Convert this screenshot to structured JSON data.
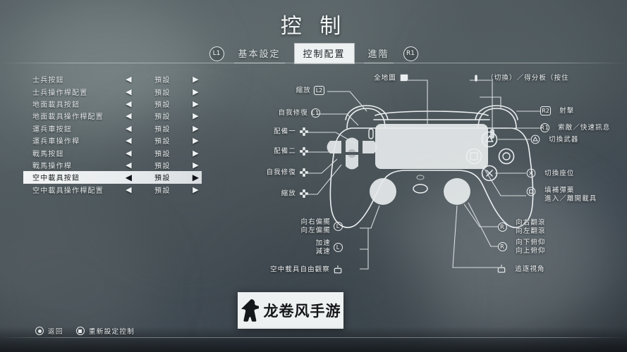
{
  "header": {
    "title": "控 制",
    "left_bumper": "L1",
    "right_bumper": "R1",
    "tabs": [
      {
        "label": "基本設定",
        "active": false
      },
      {
        "label": "控制配置",
        "active": true
      },
      {
        "label": "進階",
        "active": false
      }
    ]
  },
  "settings_list": {
    "arrow_left": "◀",
    "arrow_right": "▶",
    "rows": [
      {
        "label": "士兵按鈕",
        "value": "預設",
        "selected": false
      },
      {
        "label": "士兵操作桿配置",
        "value": "預設",
        "selected": false
      },
      {
        "label": "地面載具按鈕",
        "value": "預設",
        "selected": false
      },
      {
        "label": "地面載具操作桿配置",
        "value": "預設",
        "selected": false
      },
      {
        "label": "運兵車按鈕",
        "value": "預設",
        "selected": false
      },
      {
        "label": "運兵車操作桿",
        "value": "預設",
        "selected": false
      },
      {
        "label": "戰馬按鈕",
        "value": "預設",
        "selected": false
      },
      {
        "label": "戰馬操作桿",
        "value": "預設",
        "selected": false
      },
      {
        "label": "空中載具按鈕",
        "value": "預設",
        "selected": true
      },
      {
        "label": "空中載具操作桿配置",
        "value": "預設",
        "selected": false
      }
    ]
  },
  "diagram": {
    "left_callouts": [
      {
        "text": "縮放",
        "badge": "L2"
      },
      {
        "text": "自我修復",
        "badge": "L1"
      },
      {
        "text": "配備一",
        "badge": "dpad"
      },
      {
        "text": "配備二",
        "badge": "dpad"
      },
      {
        "text": "自我修復",
        "badge": "dpad"
      },
      {
        "text": "縮放",
        "badge": "dpad"
      },
      {
        "text": "向右偏擺\n向左偏擺",
        "badge": "L-stick"
      },
      {
        "text": "加速\n減速",
        "badge": "L-stick"
      },
      {
        "text": "空中載具自由觀察",
        "badge": "L3"
      }
    ],
    "top_callouts": [
      {
        "text": "全地圖",
        "badge": "touchpad"
      },
      {
        "text": "（切換）／得分板（按住",
        "badge": "OPTIONS"
      }
    ],
    "right_callouts": [
      {
        "text": "射擊",
        "badge": "R2"
      },
      {
        "text": "索敵／快速訊息",
        "badge": "R1"
      },
      {
        "text": "切換武器",
        "badge": "triangle"
      },
      {
        "text": "切換座位",
        "badge": "cross"
      },
      {
        "text": "填補彈藥\n進入／離開載具",
        "badge": "square"
      },
      {
        "text": "向右翻滾\n向左翻滾",
        "badge": "R-stick"
      },
      {
        "text": "向下俯仰\n向上俯仰",
        "badge": "R-stick"
      },
      {
        "text": "追逐視角",
        "badge": "R3"
      }
    ]
  },
  "watermark": {
    "text": "龙卷风手游",
    "icon": "meeple-icon"
  },
  "bottom_bar": {
    "actions": [
      {
        "icon": "ps-circle-icon",
        "label": "返回"
      },
      {
        "icon": "ps-square-icon",
        "label": "重新設定控制"
      }
    ]
  },
  "colors": {
    "accent": "#eef1f2",
    "text": "#e8ecee",
    "bg_dark": "#333b42",
    "bg_light": "#5e686c"
  }
}
